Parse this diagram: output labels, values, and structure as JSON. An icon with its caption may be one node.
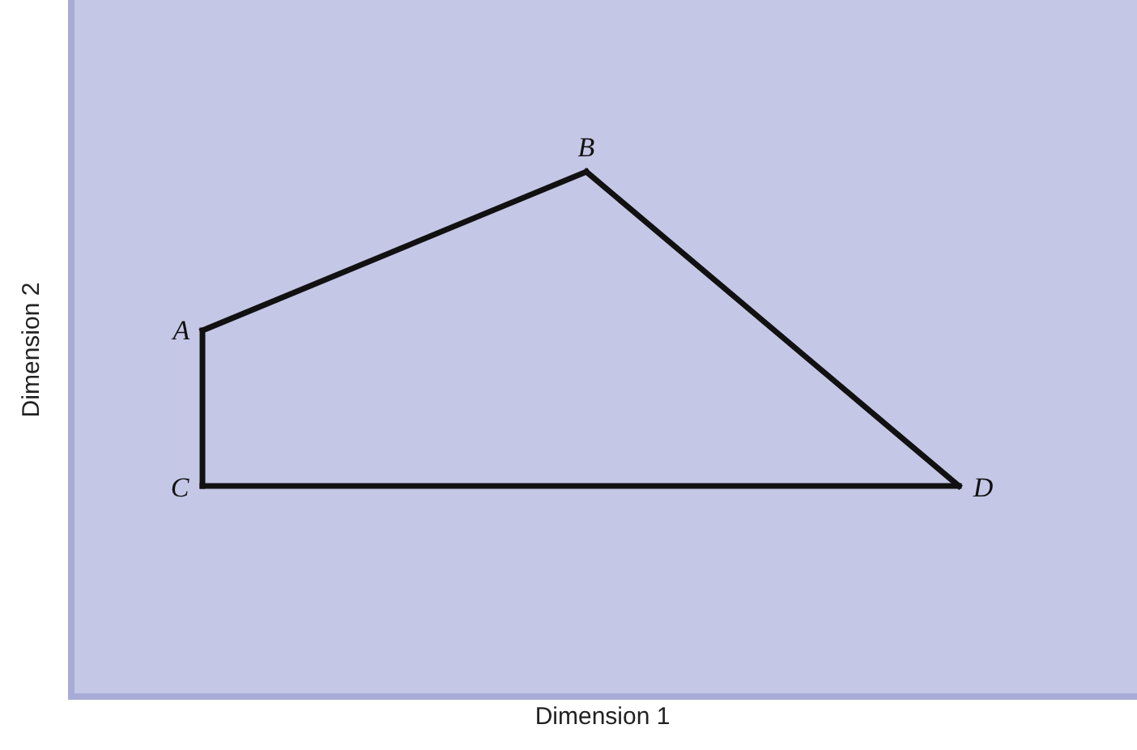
{
  "diagram": {
    "nodes": [
      {
        "text": [
          "A"
        ]
      },
      {
        "text": [
          "B"
        ]
      },
      {
        "text": [
          "C"
        ]
      },
      {
        "text": [
          "D"
        ]
      }
    ],
    "edges": [
      {
        "from": 0,
        "to": 1,
        "arrow": "none"
      },
      {
        "from": 1,
        "to": 3,
        "arrow": "none"
      },
      {
        "from": 3,
        "to": 2,
        "arrow": "none"
      },
      {
        "from": 2,
        "to": 0,
        "arrow": "none"
      }
    ],
    "labels": [
      "Dimension 2",
      "Dimension 1"
    ]
  }
}
